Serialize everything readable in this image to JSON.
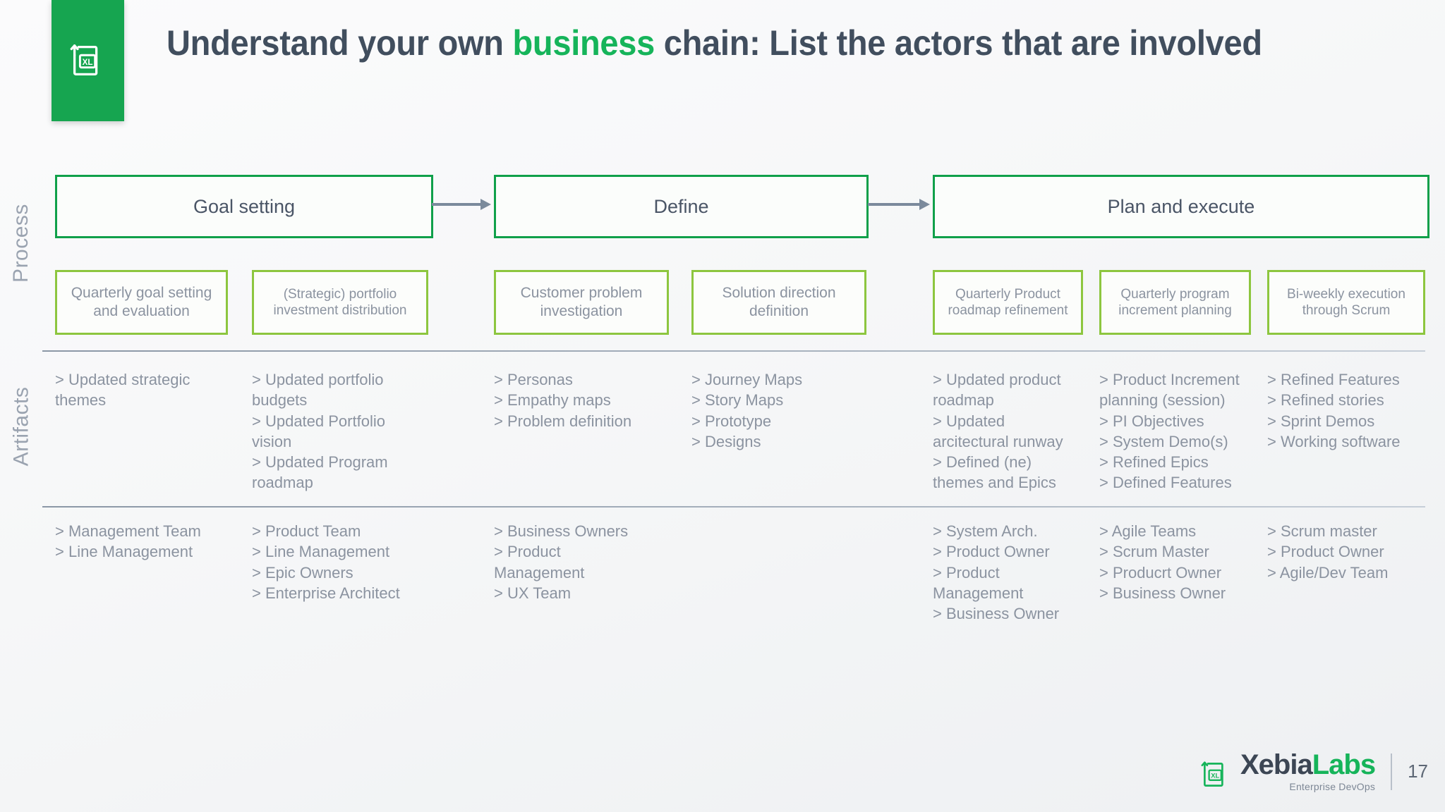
{
  "brand": {
    "accent_green": "#16a550",
    "bright_green": "#16b45a",
    "lime_green": "#8dc63f",
    "title_gray": "#414e5e",
    "body_gray": "#8b93a0",
    "logo_alt": "XL"
  },
  "title": {
    "part1": "Understand your own ",
    "highlight": "business",
    "part2": " chain: List the actors that are involved"
  },
  "rails": {
    "process": "Process",
    "artifacts": "Artifacts"
  },
  "stages": [
    {
      "label": "Goal setting"
    },
    {
      "label": "Define"
    },
    {
      "label": "Plan and execute"
    }
  ],
  "activities": [
    {
      "label": "Quarterly goal setting and evaluation"
    },
    {
      "label": "(Strategic) portfolio investment distribution"
    },
    {
      "label": "Customer problem investigation"
    },
    {
      "label": "Solution direction definition"
    },
    {
      "label": "Quarterly Product roadmap refinement"
    },
    {
      "label": "Quarterly program increment planning"
    },
    {
      "label": "Bi-weekly execution through Scrum"
    }
  ],
  "artifacts": [
    "> Updated strategic themes",
    "> Updated portfolio budgets\n> Updated Portfolio vision\n> Updated Program roadmap",
    "> Personas\n> Empathy maps\n> Problem definition",
    "> Journey Maps\n> Story Maps\n> Prototype\n> Designs",
    "> Updated product roadmap\n> Updated arcitectural runway\n> Defined (ne) themes and Epics",
    "> Product Increment planning (session)\n> PI Objectives\n> System Demo(s)\n> Refined Epics\n> Defined Features",
    "> Refined Features\n> Refined stories\n> Sprint Demos\n> Working software"
  ],
  "actors": [
    "> Management Team\n> Line Management",
    "> Product Team\n> Line Management\n> Epic Owners\n> Enterprise Architect",
    "> Business Owners\n> Product Management\n> UX Team",
    "",
    "> System Arch.\n> Product Owner\n> Product Management\n> Business Owner",
    "> Agile Teams\n> Scrum Master\n> Producrt Owner\n> Business Owner",
    "> Scrum master\n> Product Owner\n> Agile/Dev Team"
  ],
  "footer": {
    "word_a": "Xebia",
    "word_b": "Labs",
    "tagline": "Enterprise DevOps",
    "page": "17"
  }
}
